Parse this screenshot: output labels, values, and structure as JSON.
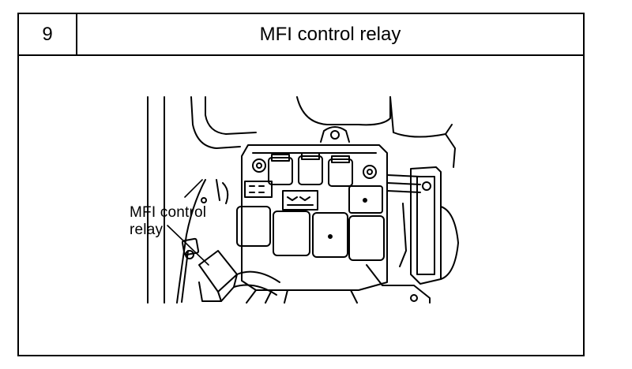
{
  "header": {
    "number": "9",
    "title": "MFI control relay"
  },
  "callout": {
    "line1": "MFI control",
    "line2": "relay"
  }
}
